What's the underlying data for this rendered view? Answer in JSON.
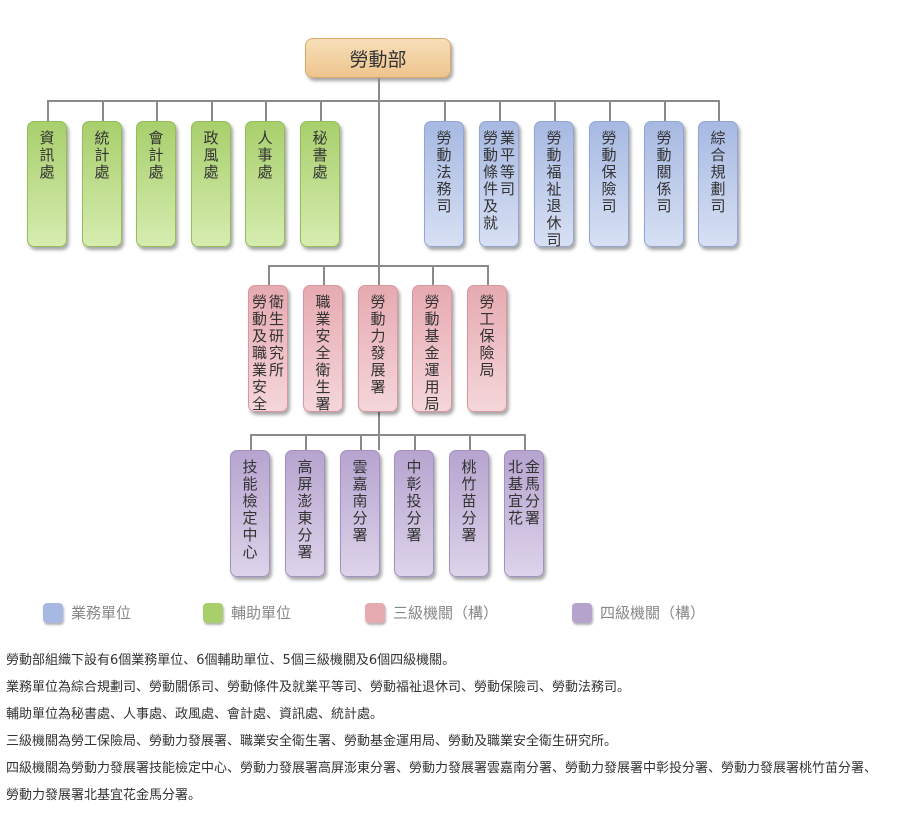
{
  "top": "勞動部",
  "green": [
    [
      "資訊處"
    ],
    [
      "統計處"
    ],
    [
      "會計處"
    ],
    [
      "政風處"
    ],
    [
      "人事處"
    ],
    [
      "秘書處"
    ]
  ],
  "blue": [
    [
      "勞動法務司"
    ],
    [
      "勞動條件及就",
      "業平等司"
    ],
    [
      "勞動福祉退休司"
    ],
    [
      "勞動保險司"
    ],
    [
      "勞動關係司"
    ],
    [
      "綜合規劃司"
    ]
  ],
  "red": [
    [
      "勞動及職業安全",
      "衛生研究所"
    ],
    [
      "職業安全衛生署"
    ],
    [
      "勞動力發展署"
    ],
    [
      "勞動基金運用局"
    ],
    [
      "勞工保險局"
    ]
  ],
  "purple": [
    [
      "技能檢定中心"
    ],
    [
      "高屏澎東分署"
    ],
    [
      "雲嘉南分署"
    ],
    [
      "中彰投分署"
    ],
    [
      "桃竹苗分署"
    ],
    [
      "北基宜花",
      "金馬分署"
    ]
  ],
  "legend": [
    {
      "label": "業務單位",
      "color": "#a7b9e2"
    },
    {
      "label": "輔助單位",
      "color": "#a8cf6c"
    },
    {
      "label": "三級機關（構）",
      "color": "#e6aab1"
    },
    {
      "label": "四級機關（構）",
      "color": "#b6a4cf"
    }
  ],
  "text": [
    "勞動部組織下設有6個業務單位、6個輔助單位、5個三級機關及6個四級機關。",
    "業務單位為綜合規劃司、勞動關係司、勞動條件及就業平等司、勞動福祉退休司、勞動保險司、勞動法務司。",
    "輔助單位為秘書處、人事處、政風處、會計處、資訊處、統計處。",
    "三級機關為勞工保險局、勞動力發展署、職業安全衛生署、勞動基金運用局、勞動及職業安全衛生研究所。",
    "四級機關為勞動力發展署技能檢定中心、勞動力發展署高屏澎東分署、勞動力發展署雲嘉南分署、勞動力發展署中彰投分署、勞動力發展署桃竹苗分署、勞動力發展署北基宜花金馬分署。"
  ]
}
